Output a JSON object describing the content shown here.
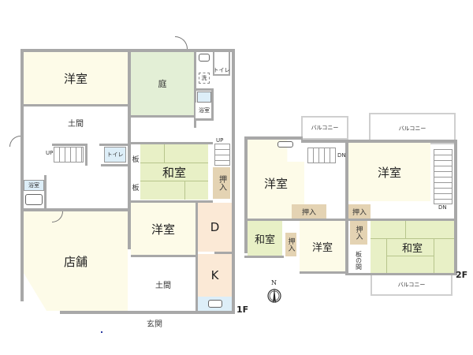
{
  "floor_1": {
    "floor_label": "1F",
    "entrance_label": "玄関",
    "rooms": {
      "western_room_top": "洋室",
      "courtyard": "庭",
      "earthen_floor_top": "土間",
      "toilet_top": "トイレ",
      "washroom": "洗",
      "bath_top": "浴室",
      "toilet_stairs": "トイレ",
      "bath_left": "浴室",
      "japanese_room": "和室",
      "board_1": "板",
      "board_2": "板",
      "closet": "押入",
      "western_room_mid": "洋室",
      "shop": "店舗",
      "earthen_floor_bottom": "土間",
      "dining": "D",
      "kitchen": "K"
    },
    "stairs_left_label": "UP",
    "stairs_right_label": "UP"
  },
  "floor_2": {
    "floor_label": "2F",
    "rooms": {
      "balcony_left": "バルコニー",
      "balcony_right": "バルコニー",
      "balcony_bottom": "バルコニー",
      "western_room_left": "洋室",
      "western_room_right": "洋室",
      "western_room_center": "洋室",
      "closet_left": "押入",
      "closet_center": "押入",
      "closet_mid": "押入",
      "closet_small": "押入",
      "japanese_room_left": "和室",
      "japanese_room_right": "和室",
      "board_room": "板の間"
    },
    "stairs_left_label": "DN",
    "stairs_right_label": "DN"
  },
  "compass": {
    "north_label": "N"
  },
  "colors": {
    "wall": "#a8a8a8",
    "western_room": "#fdfbe8",
    "courtyard": "#e3efd6",
    "tatami": "#e8f0c6",
    "kitchen": "#fbe9d6",
    "closet": "#e4d3b3",
    "wet_area": "#ddeef8"
  }
}
